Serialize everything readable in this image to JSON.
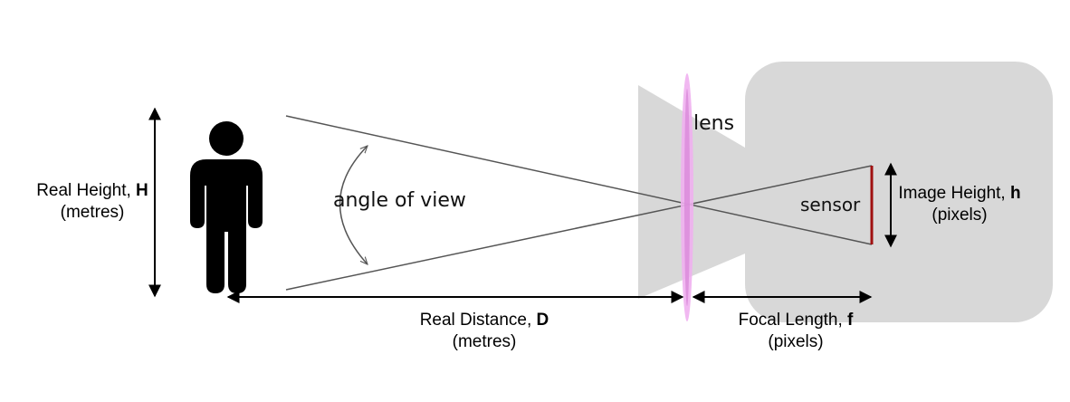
{
  "labels": {
    "real_height": {
      "text": "Real Height, ",
      "symbol": "H",
      "unit": "(metres)"
    },
    "angle_of_view": "angle of view",
    "real_distance": {
      "text": "Real Distance, ",
      "symbol": "D",
      "unit": "(metres)"
    },
    "lens": "lens",
    "sensor": "sensor",
    "image_height": {
      "text": "Image Height, ",
      "symbol": "h",
      "unit": "(pixels)"
    },
    "focal_length": {
      "text": "Focal Length, ",
      "symbol": "f",
      "unit": "(pixels)"
    }
  },
  "colors": {
    "camera_body": "#d8d8d8",
    "lens": "#f0b0f0",
    "lens_core": "#d98ad9",
    "sensor": "#a01010",
    "person": "#000000",
    "rays": "#555555"
  }
}
